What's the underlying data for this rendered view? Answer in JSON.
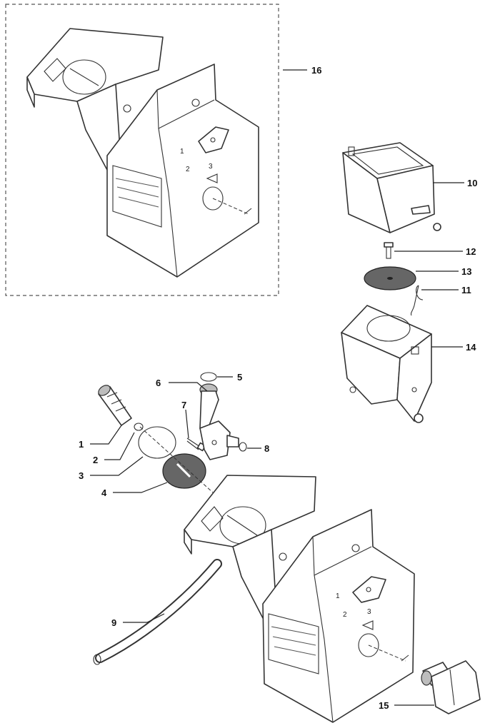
{
  "callouts": {
    "c1": "1",
    "c2": "2",
    "c3": "3",
    "c4": "4",
    "c5": "5",
    "c6": "6",
    "c7": "7",
    "c8": "8",
    "c9": "9",
    "c10": "10",
    "c11": "11",
    "c12": "12",
    "c13": "13",
    "c14": "14",
    "c15": "15",
    "c16": "16"
  },
  "housing_marks": {
    "m1": "1",
    "m2": "2",
    "m3": "3"
  }
}
